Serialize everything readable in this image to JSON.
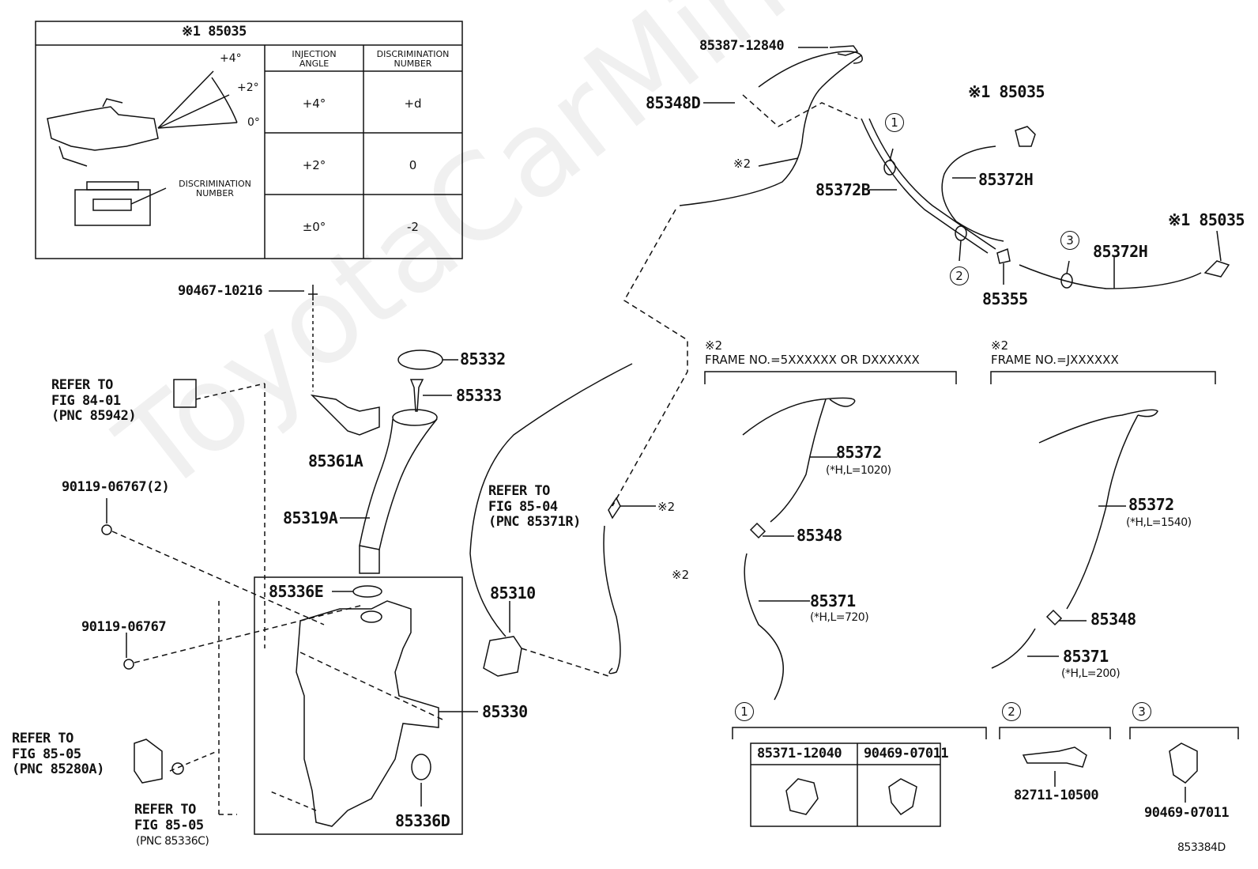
{
  "watermark": "ToyotaCarMine.ru",
  "inset": {
    "title": "※1 85035",
    "angles": [
      "+4°",
      "+2°",
      "0°"
    ],
    "discrimination_label": "DISCRIMINATION\nNUMBER",
    "headers": [
      "INJECTION\nANGLE",
      "DISCRIMINATION\nNUMBER"
    ],
    "rows": [
      {
        "angle": "+4°",
        "number": "+d"
      },
      {
        "angle": "+2°",
        "number": "0"
      },
      {
        "angle": "±0°",
        "number": "-2"
      }
    ]
  },
  "labels": {
    "p90467": "90467-10216",
    "refer1": "REFER TO\nFIG 84-01\n(PNC 85942)",
    "p90119a": "90119-06767(2)",
    "p90119b": "90119-06767",
    "refer2": "REFER TO\nFIG 85-05\n(PNC 85280A)",
    "refer3": "REFER TO\nFIG 85-05",
    "refer3pnc": "(PNC 85336C)",
    "p85361A": "85361A",
    "p85332": "85332",
    "p85333": "85333",
    "p85319A": "85319A",
    "p85336E": "85336E",
    "p85330": "85330",
    "p85336D": "85336D",
    "p85310": "85310",
    "refer4": "REFER TO\nFIG 85-04\n(PNC 85371R)",
    "note2a": "※2",
    "note2b": "※2",
    "p85387": "85387-12840",
    "p85348D": "85348D",
    "note2c": "※2",
    "p85372B": "85372B",
    "p85035a": "※1 85035",
    "p85372Ha": "85372H",
    "p85355": "85355",
    "p85035b": "※1 85035",
    "p85372Hb": "85372H",
    "c1": "1",
    "c2": "2",
    "c3": "3",
    "frameA_note": "※2",
    "frameA": "FRAME NO.=5XXXXXX OR DXXXXXX",
    "frameB_note": "※2",
    "frameB": "FRAME NO.=JXXXXXX",
    "a85372": "85372",
    "a85372sub": "(*H,L=1020)",
    "a85348": "85348",
    "a85371": "85371",
    "a85371sub": "(*H,L=720)",
    "b85372": "85372",
    "b85372sub": "(*H,L=1540)",
    "b85348": "85348",
    "b85371": "85371",
    "b85371sub": "(*H,L=200)",
    "g1": "1",
    "g2": "2",
    "g3": "3",
    "g1a": "85371-12040",
    "g1b": "90469-07011",
    "g2a": "82711-10500",
    "g3a": "90469-07011",
    "diagram_id": "853384D"
  }
}
